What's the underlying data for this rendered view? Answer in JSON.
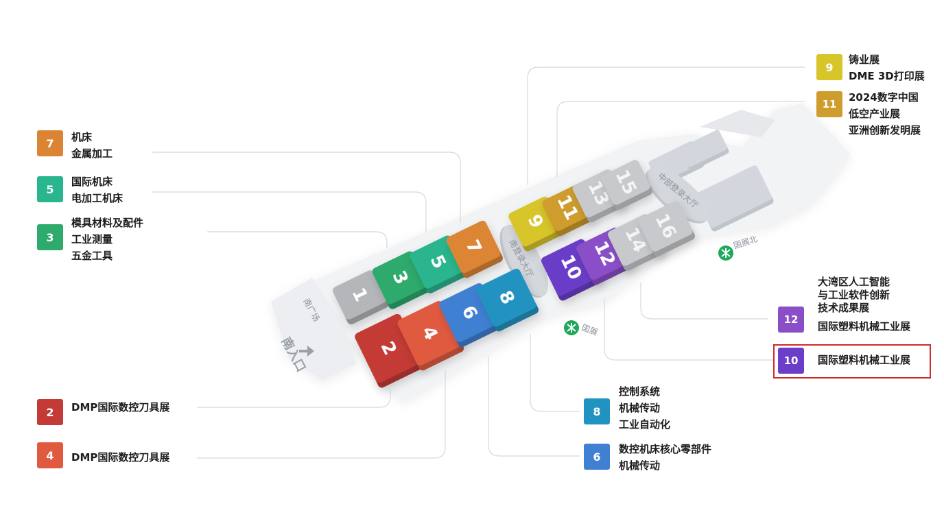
{
  "halls": [
    {
      "id": "1",
      "color": "#b4b6b9"
    },
    {
      "id": "2",
      "color": "#c43a36"
    },
    {
      "id": "3",
      "color": "#2daa6c"
    },
    {
      "id": "4",
      "color": "#e05a40"
    },
    {
      "id": "5",
      "color": "#29b58e"
    },
    {
      "id": "6",
      "color": "#3f80d2"
    },
    {
      "id": "7",
      "color": "#db8534"
    },
    {
      "id": "8",
      "color": "#2193c0"
    },
    {
      "id": "9",
      "color": "#d8c52a"
    },
    {
      "id": "10",
      "color": "#6a3ec9"
    },
    {
      "id": "11",
      "color": "#cf9d2e"
    },
    {
      "id": "12",
      "color": "#8a4fc8"
    },
    {
      "id": "13",
      "color": "#c7c9cc"
    },
    {
      "id": "14",
      "color": "#c7c9cc"
    },
    {
      "id": "15",
      "color": "#c7c9cc"
    },
    {
      "id": "16",
      "color": "#c7c9cc"
    }
  ],
  "areas": {
    "south_square": "南广场",
    "south_entrance": "南入口",
    "south_lobby": "南登录大厅",
    "middle_lobby": "中部登录大厅",
    "metro_guozhan": "国展",
    "metro_guozhan_north": "国展北"
  },
  "legend": [
    {
      "hall": "7",
      "color": "#db8534",
      "lines": [
        "机床",
        "金属加工"
      ]
    },
    {
      "hall": "5",
      "color": "#29b58e",
      "lines": [
        "国际机床",
        "电加工机床"
      ]
    },
    {
      "hall": "3",
      "color": "#2daa6c",
      "lines": [
        "模具材料及配件",
        "工业测量",
        "五金工具"
      ]
    },
    {
      "hall": "2",
      "color": "#c43a36",
      "lines": [
        "DMP国际数控刀具展"
      ]
    },
    {
      "hall": "4",
      "color": "#e05a40",
      "lines": [
        "DMP国际数控刀具展"
      ]
    },
    {
      "hall": "9",
      "color": "#d8c52a",
      "lines": [
        "铸业展",
        "DME 3D打印展"
      ]
    },
    {
      "hall": "11",
      "color": "#cf9d2e",
      "lines": [
        "2024数字中国",
        "低空产业展",
        "亚洲创新发明展"
      ]
    },
    {
      "hall": "12",
      "color": "#8a4fc8",
      "lines": [
        "大湾区人工智能",
        "与工业软件创新",
        "技术成果展",
        "国际塑料机械工业展"
      ]
    },
    {
      "hall": "10",
      "color": "#6a3ec9",
      "lines": [
        "国际塑料机械工业展"
      ]
    },
    {
      "hall": "8",
      "color": "#2193c0",
      "lines": [
        "控制系统",
        "机械传动",
        "工业自动化"
      ]
    },
    {
      "hall": "6",
      "color": "#3f80d2",
      "lines": [
        "数控机床核心零部件",
        "机械传动"
      ]
    }
  ],
  "highlighted_hall": "10"
}
